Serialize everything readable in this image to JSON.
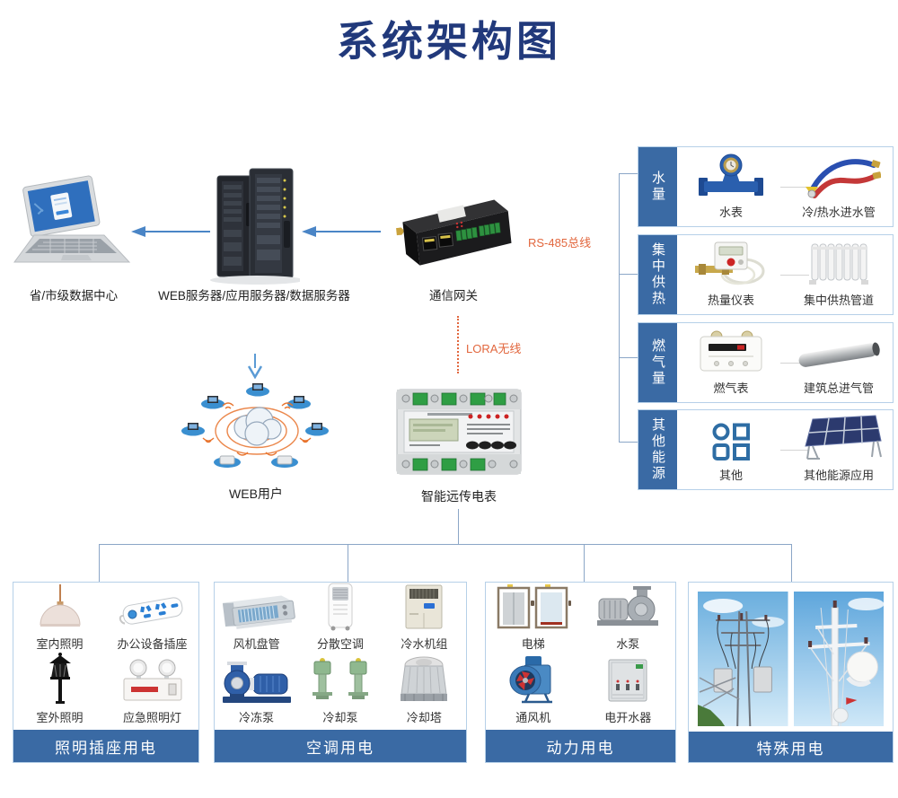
{
  "title": "系统架构图",
  "colors": {
    "title_blue": "#21397b",
    "bar_blue": "#3a6aa4",
    "arrow_blue": "#4a85c6",
    "accent_orange": "#e2673e",
    "box_border": "#b6d0e8"
  },
  "nodes": {
    "data_center": "省/市级数据中心",
    "servers": "WEB服务器/应用服务器/数据服务器",
    "gateway": "通信网关",
    "web_users": "WEB用户",
    "smart_meter": "智能远传电表"
  },
  "links": {
    "rs485": "RS-485总线",
    "lora": "LORA无线"
  },
  "right_panel": {
    "rows": [
      {
        "tab": "水量",
        "item1": {
          "label": "水表"
        },
        "item2": {
          "label": "冷/热水进水管"
        }
      },
      {
        "tab": "集中供热",
        "item1": {
          "label": "热量仪表"
        },
        "item2": {
          "label": "集中供热管道"
        }
      },
      {
        "tab": "燃气量",
        "item1": {
          "label": "燃气表"
        },
        "item2": {
          "label": "建筑总进气管"
        }
      },
      {
        "tab": "其他能源",
        "item1": {
          "label": "其他"
        },
        "item2": {
          "label": "其他能源应用"
        }
      }
    ]
  },
  "bottom_groups": [
    {
      "footer": "照明插座用电",
      "items": [
        {
          "label": "室内照明"
        },
        {
          "label": "办公设备插座"
        },
        {
          "label": "室外照明"
        },
        {
          "label": "应急照明灯"
        }
      ]
    },
    {
      "footer": "空调用电",
      "items": [
        {
          "label": "风机盘管"
        },
        {
          "label": "分散空调"
        },
        {
          "label": "冷水机组"
        },
        {
          "label": "冷冻泵"
        },
        {
          "label": "冷却泵"
        },
        {
          "label": "冷却塔"
        }
      ]
    },
    {
      "footer": "动力用电",
      "items": [
        {
          "label": "电梯"
        },
        {
          "label": "水泵"
        },
        {
          "label": "通风机"
        },
        {
          "label": "电开水器"
        }
      ]
    },
    {
      "footer": "特殊用电",
      "items": []
    }
  ]
}
